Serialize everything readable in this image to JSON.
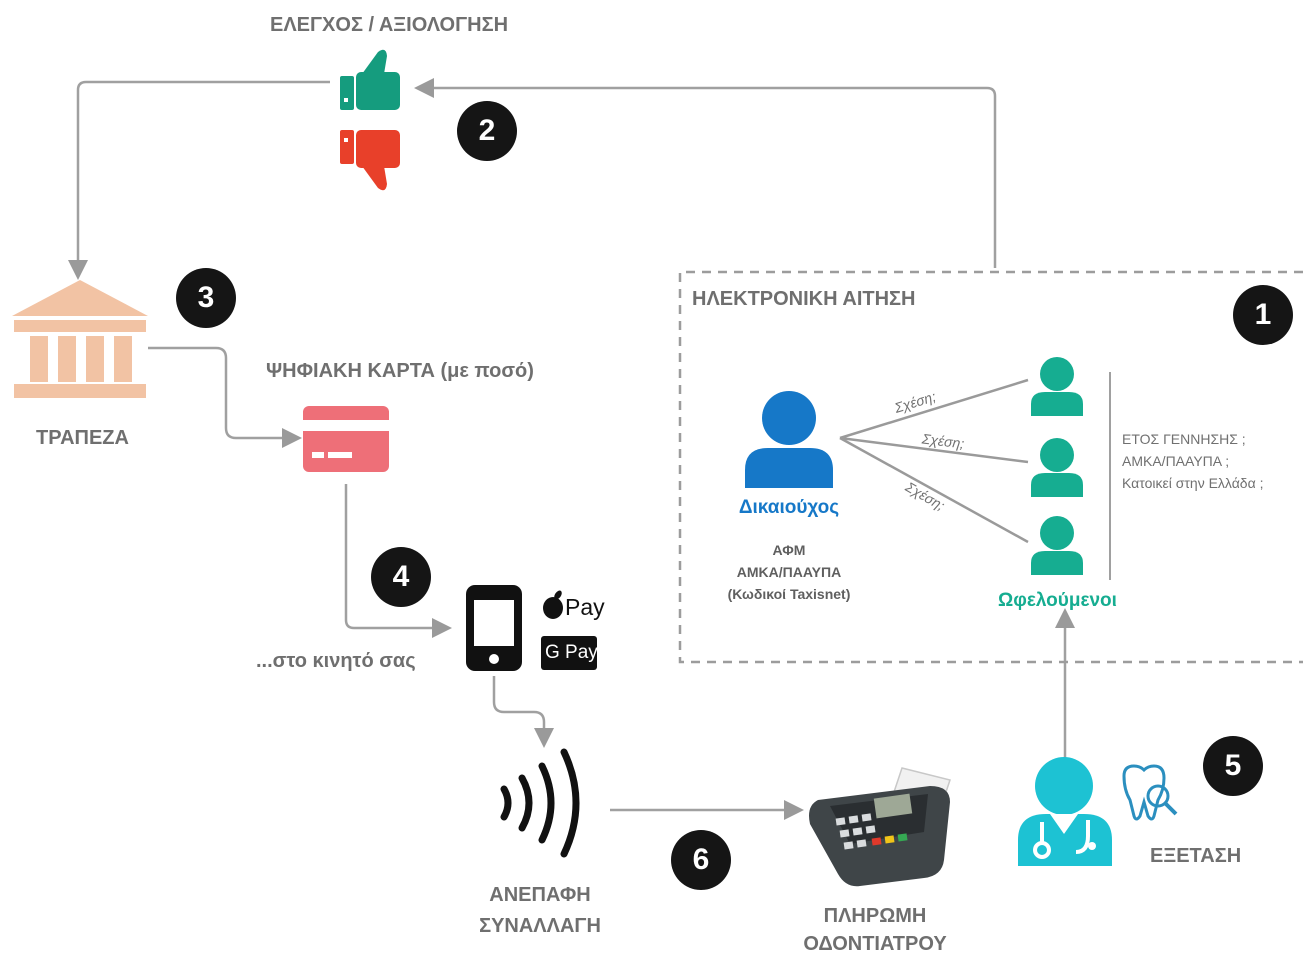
{
  "steps": {
    "review": {
      "title": "ΕΛΕΓΧΟΣ / ΑΞΙΟΛΟΓΗΣΗ",
      "number": "2"
    },
    "bank": {
      "title": "ΤΡΑΠΕΖΑ",
      "number": "3"
    },
    "card": {
      "title": "ΨΗΦΙΑΚΗ ΚΑΡΤΑ (με ποσό)"
    },
    "mobile": {
      "title": "...στο κινητό σας",
      "number": "4",
      "apple_pay": "Pay",
      "google_pay": "G Pay"
    },
    "contactless": {
      "line1": "ΑΝΕΠΑΦΗ",
      "line2": "ΣΥΝΑΛΛΑΓΗ",
      "number": "6"
    },
    "payment": {
      "line1": "ΠΛΗΡΩΜΗ",
      "line2": "ΟΔΟΝΤΙΑΤΡΟΥ"
    },
    "exam": {
      "title": "ΕΞΕΤΑΣΗ",
      "number": "5"
    }
  },
  "application": {
    "title": "ΗΛΕΚΤΡΟΝΙΚΗ ΑΙΤΗΣΗ",
    "number": "1",
    "holder_label": "Δικαιούχος",
    "holder_info": [
      "ΑΦΜ",
      "ΑΜΚΑ/ΠΑΑΥΠΑ",
      "(Κωδικοί Taxisnet)"
    ],
    "relation_label": "Σχέση;",
    "beneficiaries_label": "Ωφελούμενοι",
    "beneficiary_info": [
      "ΕΤΟΣ ΓΕΝΝΗΣΗΣ ;",
      "ΑΜΚΑ/ΠΑΑΥΠΑ ;",
      "Κατοικεί στην Ελλάδα ;"
    ]
  },
  "colors": {
    "green": "#159c7e",
    "red": "#e8402a",
    "blue": "#1678c8",
    "teal": "#16ad91",
    "bank": "#f2c3a4",
    "card": "#ee6f78",
    "badge": "#151515",
    "arrow": "#9a9a9a"
  }
}
